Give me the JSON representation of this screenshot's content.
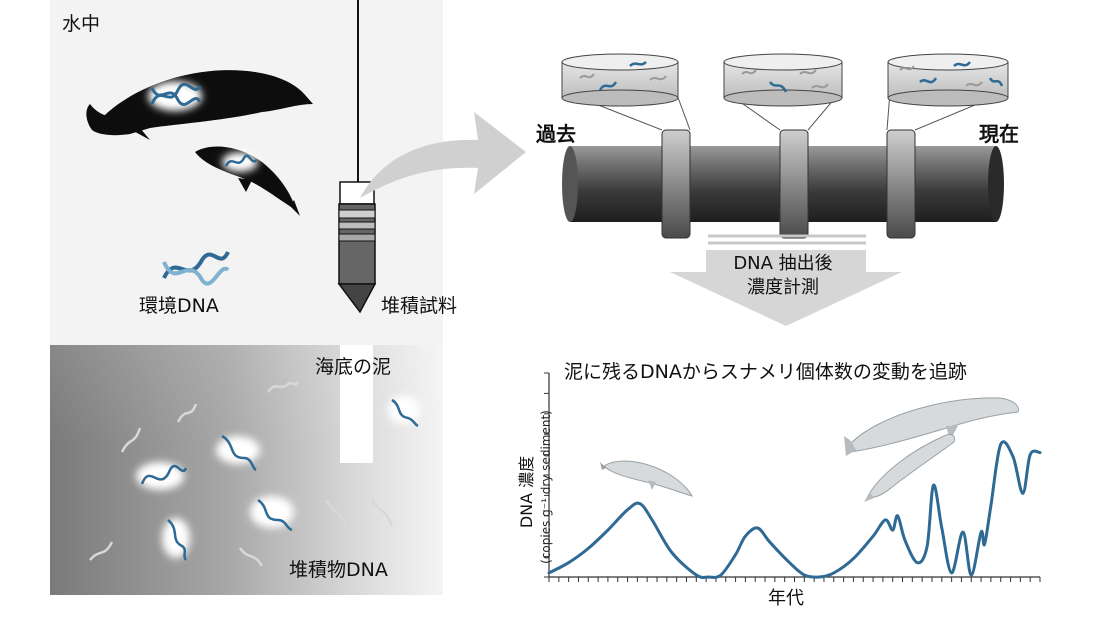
{
  "labels": {
    "water": "水中",
    "edna": "環境DNA",
    "sediment_sample": "堆積試料",
    "seafloor_mud": "海底の泥",
    "sediment_dna": "堆積物DNA",
    "past": "過去",
    "present": "現在",
    "extraction_line1": "DNA 抽出後",
    "extraction_line2": "濃度計測"
  },
  "chart_data": {
    "type": "line",
    "title": "泥に残るDNAからスナメリ個体数の変動を追跡",
    "xlabel": "年代",
    "ylabel": "DNA 濃度",
    "ylabel_unit": "(copies g⁻¹ dry sediment)",
    "x": [
      0,
      4,
      8,
      12,
      16,
      18.5,
      21,
      25,
      30,
      32.5,
      35,
      38,
      40,
      42.5,
      45,
      49,
      52,
      55,
      58,
      62,
      66,
      68.5,
      70,
      71,
      72.5,
      75,
      77,
      78.3,
      80,
      82,
      84.3,
      86,
      88,
      88.7,
      90,
      92,
      94.5,
      96.5,
      98,
      100
    ],
    "series": [
      {
        "values": [
          2,
          7,
          14,
          23,
          33,
          36,
          28,
          12,
          1,
          0,
          1,
          11,
          20,
          24,
          17,
          7,
          1,
          0,
          2,
          9,
          20,
          28,
          23,
          30,
          18,
          7,
          15,
          45,
          24,
          2,
          22,
          1,
          22,
          16,
          35,
          65,
          59,
          41,
          60,
          61
        ]
      }
    ],
    "xlim": [
      0,
      100
    ],
    "ylim": [
      0,
      100
    ],
    "grid": false,
    "line_color": "#2e6a94"
  }
}
